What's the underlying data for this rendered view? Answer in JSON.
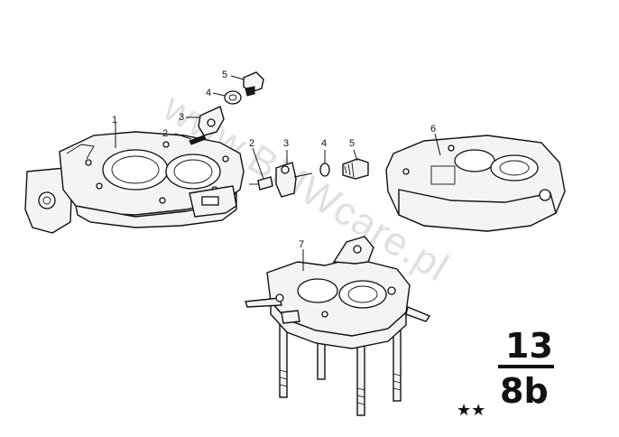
{
  "diagram": {
    "callouts": {
      "p1": "1",
      "p2a": "2",
      "p3a": "3",
      "p4a": "4",
      "p5a": "5",
      "p2b": "2",
      "p3b": "3",
      "p4b": "4",
      "p5b": "5",
      "p6": "6",
      "p7": "7"
    },
    "watermark": "www.BMWcare.pl",
    "section_code": {
      "top": "13",
      "bottom": "8b"
    },
    "stars": "★★"
  }
}
